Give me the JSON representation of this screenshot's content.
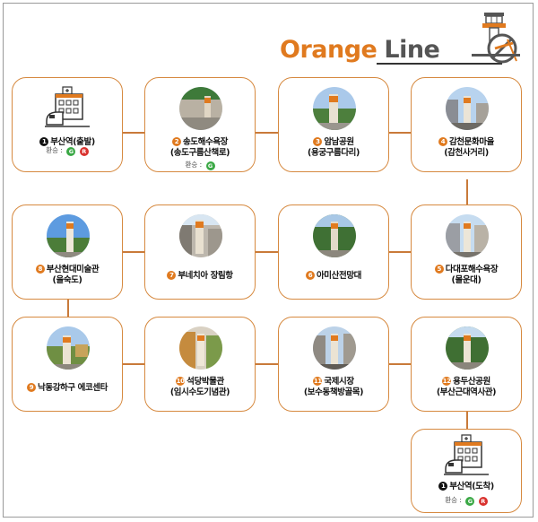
{
  "header": {
    "title_part1": "Orange",
    "title_part2": "Line"
  },
  "colors": {
    "accent": "#e07a1f",
    "line_orange": "#d6893f",
    "green_badge": "#3aa845",
    "red_badge": "#d9322e"
  },
  "stops": [
    {
      "num": "1",
      "name_line1": "부산역(출발)",
      "name_line2": "",
      "transfer_label": "환승 :",
      "transfer": [
        "G",
        "R"
      ]
    },
    {
      "num": "2",
      "name_line1": "송도해수욕장",
      "name_line2": "(송도구름산책로)",
      "transfer_label": "환승 :",
      "transfer": [
        "G"
      ]
    },
    {
      "num": "3",
      "name_line1": "암남공원",
      "name_line2": "(용궁구름다리)"
    },
    {
      "num": "4",
      "name_line1": "감천문화마을",
      "name_line2": "(감천사거리)"
    },
    {
      "num": "5",
      "name_line1": "다대포해수욕장",
      "name_line2": "(몰운대)"
    },
    {
      "num": "6",
      "name_line1": "아미산전망대",
      "name_line2": ""
    },
    {
      "num": "7",
      "name_line1": "부네치아 장림항",
      "name_line2": ""
    },
    {
      "num": "8",
      "name_line1": "부산현대미술관",
      "name_line2": "(을숙도)"
    },
    {
      "num": "9",
      "name_line1": "낙동강하구 에코센타",
      "name_line2": ""
    },
    {
      "num": "10",
      "name_line1": "석당박물관",
      "name_line2": "(임시수도기념관)"
    },
    {
      "num": "11",
      "name_line1": "국제시장",
      "name_line2": "(보수동책방골목)"
    },
    {
      "num": "12",
      "name_line1": "용두산공원",
      "name_line2": "(부산근대역사관)"
    },
    {
      "num": "1",
      "name_line1": "부산역(도착)",
      "name_line2": "",
      "transfer_label": "환승 :",
      "transfer": [
        "G",
        "R"
      ]
    }
  ]
}
